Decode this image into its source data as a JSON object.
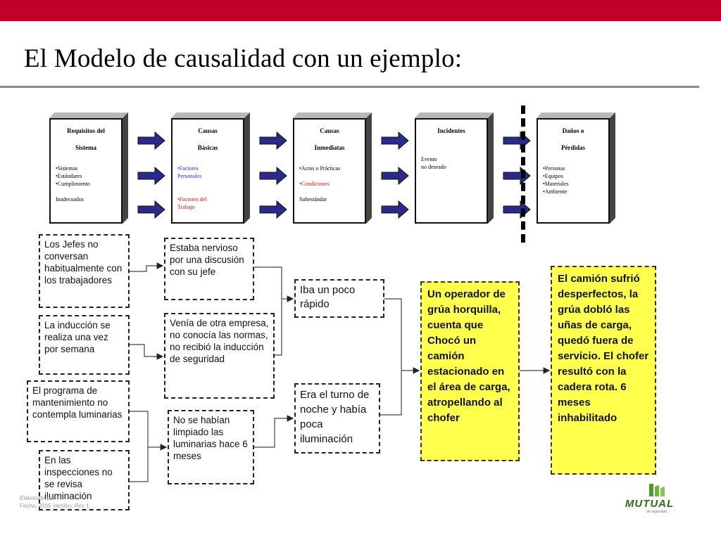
{
  "slide": {
    "title": "El Modelo de causalidad con un ejemplo:"
  },
  "colors": {
    "top_bar": "#c0002a",
    "arrow": "#2a2a8a",
    "highlight_box": "#ffff4d",
    "blue_text": "#1a2fe0",
    "red_text": "#e01010"
  },
  "model_boxes": [
    {
      "heading": [
        "Requisitos del",
        "Sistema"
      ],
      "items": [
        {
          "text": "•Sistemas",
          "color": "black"
        },
        {
          "text": "•Estándares",
          "color": "black"
        },
        {
          "text": "•Cumplimiento",
          "color": "black"
        },
        {
          "text": "",
          "color": "black"
        },
        {
          "text": "Inadecuados",
          "color": "black"
        }
      ]
    },
    {
      "heading": [
        "Causas",
        "Básicas"
      ],
      "items": [
        {
          "text": "•Factores",
          "color": "blue"
        },
        {
          "text": "Personales",
          "color": "blue"
        },
        {
          "text": "",
          "color": "black"
        },
        {
          "text": "",
          "color": "black"
        },
        {
          "text": "•Factores del",
          "color": "red"
        },
        {
          "text": "Trabajo",
          "color": "red"
        }
      ]
    },
    {
      "heading": [
        "Causas",
        "Inmediatas"
      ],
      "items": [
        {
          "text": "•Actos o Prácticas",
          "color": "black"
        },
        {
          "text": "",
          "color": "black"
        },
        {
          "text": "•Condiciones",
          "color": "red"
        },
        {
          "text": "",
          "color": "black"
        },
        {
          "text": "Subestándar",
          "color": "black"
        }
      ]
    },
    {
      "heading": [
        "Incidentes",
        ""
      ],
      "items": [
        {
          "text": "",
          "color": "black"
        },
        {
          "text": "Evento",
          "color": "black"
        },
        {
          "text": "no deseado",
          "color": "black"
        }
      ]
    },
    {
      "heading": [
        "Daños o",
        "Pérdidas"
      ],
      "items": [
        {
          "text": "•Personas",
          "color": "black"
        },
        {
          "text": "•Equipos",
          "color": "black"
        },
        {
          "text": "•Materiales",
          "color": "black"
        },
        {
          "text": "•Ambiente",
          "color": "black"
        }
      ]
    }
  ],
  "example": {
    "jefes": "Los Jefes no conversan habitualmente con los trabajadores",
    "induccion": "La inducción se realiza una vez por semana",
    "programa": "El programa de mantenimiento no contempla luminarias",
    "inspecciones": "En las inspecciones no se revisa iluminación",
    "nervioso": "Estaba nervioso por una discusión con su jefe",
    "venia": "Venía de otra empresa, no conocía las normas, no recibió la inducción de seguridad",
    "limpiado": "No se habían limpiado las luminarias hace 6 meses",
    "rapido": "Iba un poco rápido",
    "turno": "Era el turno de noche y había poca iluminación",
    "operador": "Un operador de grúa horquilla, cuenta que Chocó un camión estacionado en el área de carga, atropellando al chofer",
    "camion": "El camión sufrió desperfectos, la grúa dobló las uñas de carga, quedó fuera de servicio. El chofer resultó con la cadera rota. 6 meses inhabilitado"
  },
  "footer": {
    "line1": "Elaborado por:",
    "line2": "Fecha: 2005 Versión: Rev 1",
    "logo_text": "MUTUAL",
    "logo_sub": "de seguridad"
  }
}
